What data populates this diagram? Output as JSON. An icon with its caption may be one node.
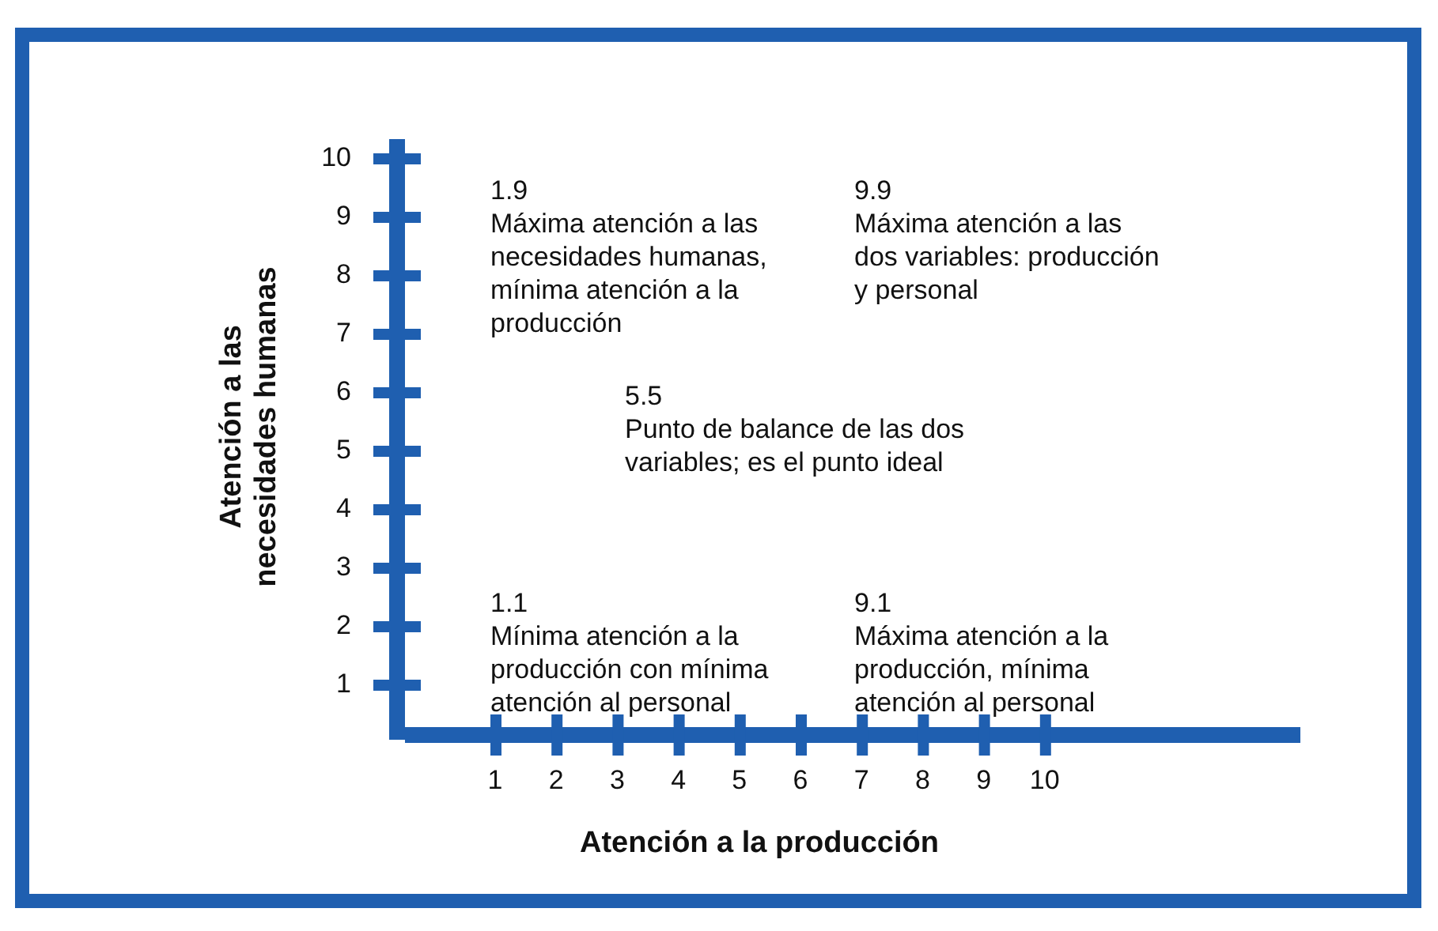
{
  "diagram": {
    "labels": [
      "Atención a las necesidades humanas",
      "10",
      "9",
      "8",
      "7",
      "6",
      "5",
      "4",
      "3",
      "2",
      "1",
      "1.9",
      "Máxima atención a las necesidades humanas, mínima atención a la producción",
      "9.9",
      "Máxima atención a las dos variables: producción y personal",
      "5.5",
      "Punto de balance de las dos variables; es el punto ideal",
      "1.1",
      "Mínima atención a la producción con mínima atención al personal",
      "9.1",
      "Máxima atención a la producción, mínima atención al personal",
      "1",
      "2",
      "3",
      "4",
      "5",
      "6",
      "7",
      "8",
      "9",
      "10",
      "Atención a la producción"
    ]
  }
}
